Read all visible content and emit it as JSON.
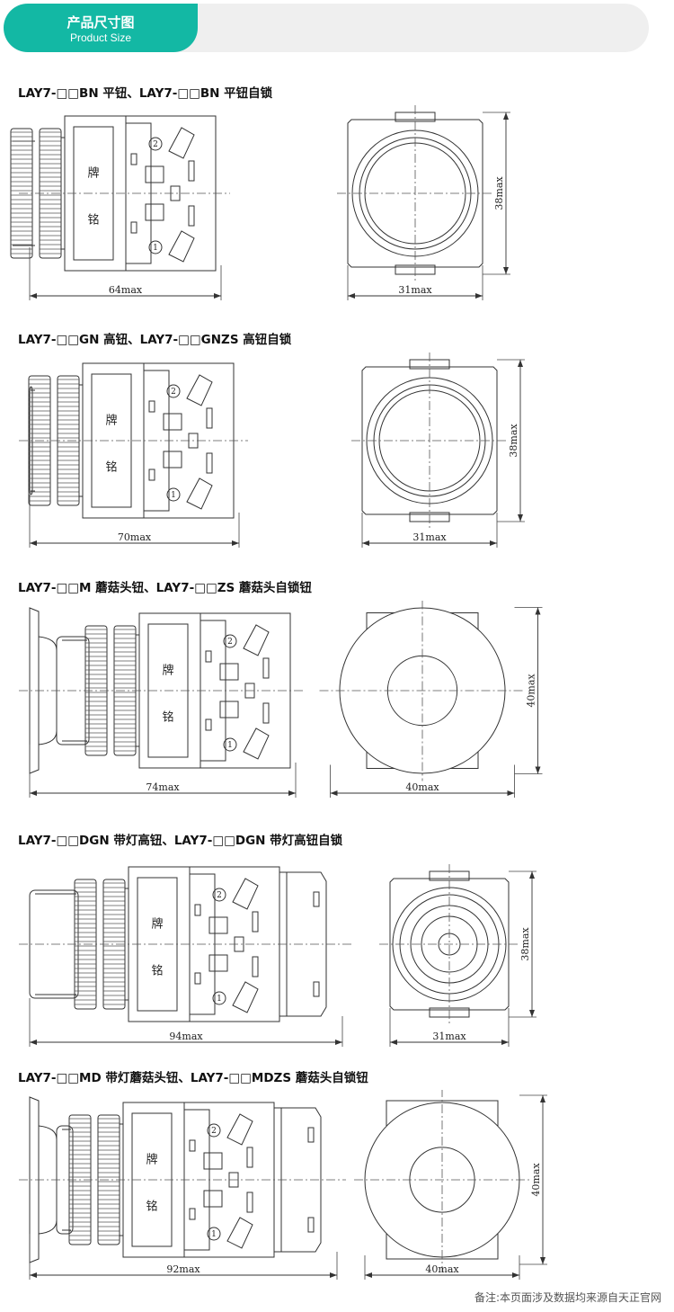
{
  "header": {
    "title": "产品尺寸图",
    "subtitle": "Product Size"
  },
  "sections": [
    {
      "title": "LAY7-□□BN 平钮、LAY7-□□BN 平钮自锁",
      "side_length": "64max",
      "front_width": "31max",
      "front_height": "38max",
      "plate_top": "牌",
      "plate_bottom": "铭",
      "terminal_top": "2",
      "terminal_bottom": "1"
    },
    {
      "title": "LAY7-□□GN 高钮、LAY7-□□GNZS 高钮自锁",
      "side_length": "70max",
      "front_width": "31max",
      "front_height": "38max",
      "plate_top": "牌",
      "plate_bottom": "铭",
      "terminal_top": "2",
      "terminal_bottom": "1"
    },
    {
      "title": "LAY7-□□M 蘑菇头钮、LAY7-□□ZS 蘑菇头自锁钮",
      "side_length": "74max",
      "front_width": "40max",
      "front_height": "40max",
      "plate_top": "牌",
      "plate_bottom": "铭",
      "terminal_top": "2",
      "terminal_bottom": "1"
    },
    {
      "title": "LAY7-□□DGN 带灯高钮、LAY7-□□DGN 带灯高钮自锁",
      "side_length": "94max",
      "front_width": "31max",
      "front_height": "38max",
      "plate_top": "牌",
      "plate_bottom": "铭",
      "terminal_top": "2",
      "terminal_bottom": "1"
    },
    {
      "title": "LAY7-□□MD 带灯蘑菇头钮、LAY7-□□MDZS 蘑菇头自锁钮",
      "side_length": "92max",
      "front_width": "40max",
      "front_height": "40max",
      "plate_top": "牌",
      "plate_bottom": "铭",
      "terminal_top": "2",
      "terminal_bottom": "1"
    }
  ],
  "footnote": "备注:本页面涉及数据均来源自天正官网"
}
